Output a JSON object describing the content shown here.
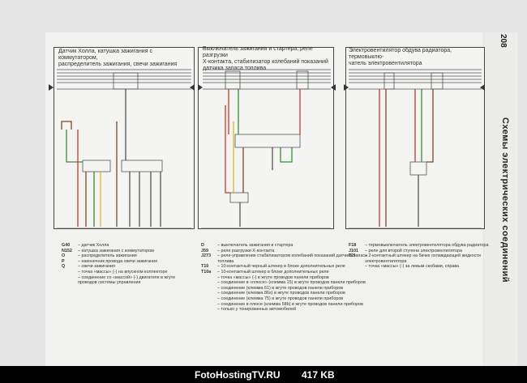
{
  "page_number": "208",
  "section_title": "Схемы электрических соединений",
  "panels": [
    {
      "title": "Датчик Холла, катушка зажигания с коммутатором,\nраспределитель зажигания, свечи зажигания"
    },
    {
      "title": "Выключатель зажигания и стартера, реле разгрузки\nX-контакта, стабилизатор колебаний показаний\nдатчика запаса топлива"
    },
    {
      "title": "Электровентилятор обдува радиатора, термовыклю-\nчатель электровентилятора"
    }
  ],
  "legend_col1": [
    {
      "k": "G40",
      "v": "– датчик Холла"
    },
    {
      "k": "N152",
      "v": "– катушка зажигания с коммутатором"
    },
    {
      "k": "O",
      "v": "– распределитель зажигания"
    },
    {
      "k": "P",
      "v": "– наконечник провода свечи зажигания"
    },
    {
      "k": "Q",
      "v": "– свечи зажигания"
    },
    {
      "k": "",
      "v": "– точка «массы» (-) на впускном коллекторе"
    },
    {
      "k": "",
      "v": "– соединение со «массой» (-) двигателя в жгуте"
    },
    {
      "k": "",
      "v": "проводов системы управления"
    }
  ],
  "legend_col2": [
    {
      "k": "D",
      "v": "– выключатель зажигания и стартера"
    },
    {
      "k": "J59",
      "v": "– реле разгрузки X-контакта"
    },
    {
      "k": "J273",
      "v": "– реле-управление стабилизатором колебаний показаний датчика запаса"
    },
    {
      "k": "",
      "v": "топлива"
    },
    {
      "k": "T10",
      "v": "– 10-контактный черный штекер в блоке дополнительных реле"
    },
    {
      "k": "T10a",
      "v": "– 10-контактный штекер в блоке дополнительных реле"
    },
    {
      "k": "",
      "v": "– точка «массы» (-) в жгуте проводов панели приборов"
    },
    {
      "k": "",
      "v": "– соединение в «плюсе» (клемма 15) в жгуте проводов панели приборов"
    },
    {
      "k": "",
      "v": "– соединение (клемма 61) в жгуте проводов панели приборов"
    },
    {
      "k": "",
      "v": "– соединение (клемма 86s) в жгуте проводов панели приборов"
    },
    {
      "k": "",
      "v": "– соединение (клемма 75) в жгуте проводов панели приборов"
    },
    {
      "k": "",
      "v": "– соединение в плюсе (клемма 58b) в жгуте проводов панели приборов"
    },
    {
      "k": "",
      "v": "– только у тонированных автомобилей"
    }
  ],
  "legend_col3": [
    {
      "k": "F18",
      "v": "– термовыключатель электровентилятора обдува радиатора"
    },
    {
      "k": "J101",
      "v": "– реле для второй ступени электровентилятора"
    },
    {
      "k": "T2f",
      "v": "– 2-контактный штекер на бачке охлаждающей жидкости"
    },
    {
      "k": "",
      "v": "электровентилятора"
    },
    {
      "k": "",
      "v": "– точка «массы» (-) за левым скобами, справа"
    }
  ],
  "footer": {
    "site": "FotoHostingTV.RU",
    "size": "417 KB"
  },
  "colors": {
    "paper": "#f1f1f0",
    "line": "#444444",
    "red": "#c23b2a",
    "green": "#3f8a3a",
    "brown": "#7a4a2a",
    "yellow": "#d6b92a"
  }
}
